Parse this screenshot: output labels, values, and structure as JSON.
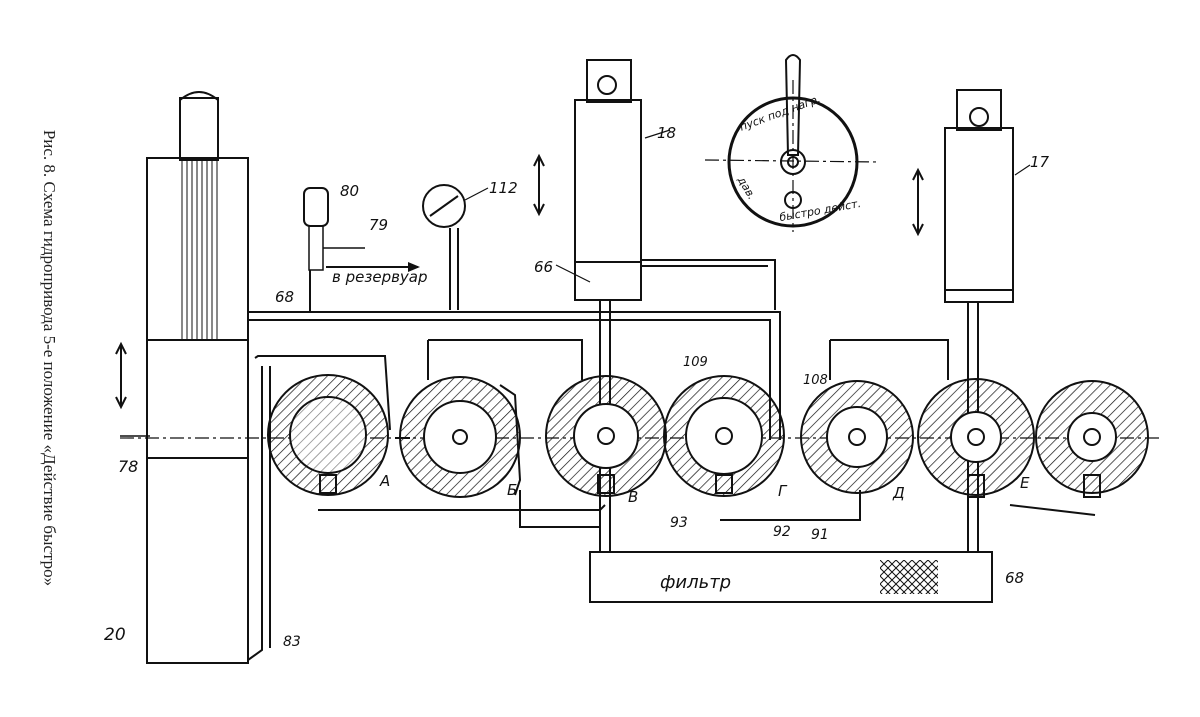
{
  "caption": "Рис. 8. Схема гидропривода 5-е положение «Действие быстро»",
  "labels": {
    "l20": "20",
    "l78": "78",
    "l83": "83",
    "l68a": "68",
    "l68b": "68",
    "l80": "80",
    "l79": "79",
    "reservoir": "в резервуар",
    "l112": "112",
    "l66": "66",
    "l18": "18",
    "l17": "17",
    "l109": "109",
    "l108": "108",
    "l93": "93",
    "l92": "92",
    "l91": "91",
    "vA": "А",
    "vB": "Б",
    "vV": "В",
    "vG": "Г",
    "vD": "Д",
    "vE": "Е",
    "filter": "фильтр"
  },
  "dial": {
    "top_text": "пуск под нагр.",
    "bottom_text": "быстро дейст.",
    "left_text": "дав."
  },
  "colors": {
    "ink": "#111111",
    "paper": "#ffffff"
  }
}
